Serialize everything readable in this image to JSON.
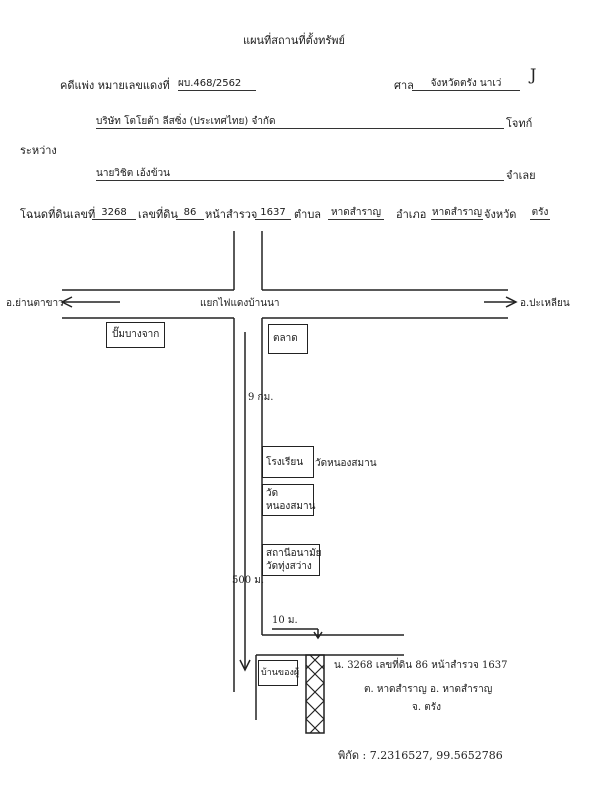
{
  "header": {
    "title": "แผนที่สถานที่ตั้งทรัพย์",
    "case_label": "คดีแพ่ง หมายเลขแดงที่",
    "case_no": "ผบ.468/2562",
    "court_label": "ศาล",
    "court_value": "จังหวัดตรัง นาเว่",
    "initial_mark": "J"
  },
  "parties": {
    "plaintiff": "บริษัท โตโยต้า ลีสซิ่ง (ประเทศไทย) จำกัด",
    "plaintiff_role": "โจทก์",
    "between": "ระหว่าง",
    "defendant": "นายวิชิต เอ้งข้วน",
    "defendant_role": "จำเลย"
  },
  "deed": {
    "deed_label": "โฉนดที่ดินเลขที่",
    "deed_no": "3268",
    "land_label": "เลขที่ดิน",
    "land_no": "86",
    "survey_label": "หน้าสำรวจ",
    "survey_no": "1637",
    "subdistrict_label": "ตำบล",
    "subdistrict": "หาดสำราญ",
    "district_label": "อำเภอ",
    "district": "หาดสำราญ",
    "province_label": "จังหวัด",
    "province": "ตรัง"
  },
  "map": {
    "left_direction": "อ.ย่านตาขาว",
    "right_direction": "อ.ปะเหลียน",
    "junction": "แยกไฟแดงบ้านนา",
    "distance_1": "9 กม.",
    "distance_2": "500 ม.",
    "distance_3": "10 ม.",
    "landmark_gas": "ปั๊มบางจาก",
    "landmark_market": "ตลาด",
    "landmark_school": "โรงเรียน",
    "landmark_temple_name": "วัดหนองสมาน",
    "landmark_temple_1": "วัด",
    "landmark_temple_2": "หนองสมาน",
    "landmark_health_1": "สถานีอนามัย",
    "landmark_health_2": "วัดทุ่งสว่าง",
    "neighbor_house": "บ้านของผู้",
    "property_line1": "น. 3268 เลขที่ดิน 86 หน้าสำรวจ 1637",
    "property_line2": "ต. หาดสำราญ อ. หาดสำราญ",
    "property_line3": "จ. ตรัง",
    "coords": "พิกัด : 7.2316527, 99.5652786"
  }
}
